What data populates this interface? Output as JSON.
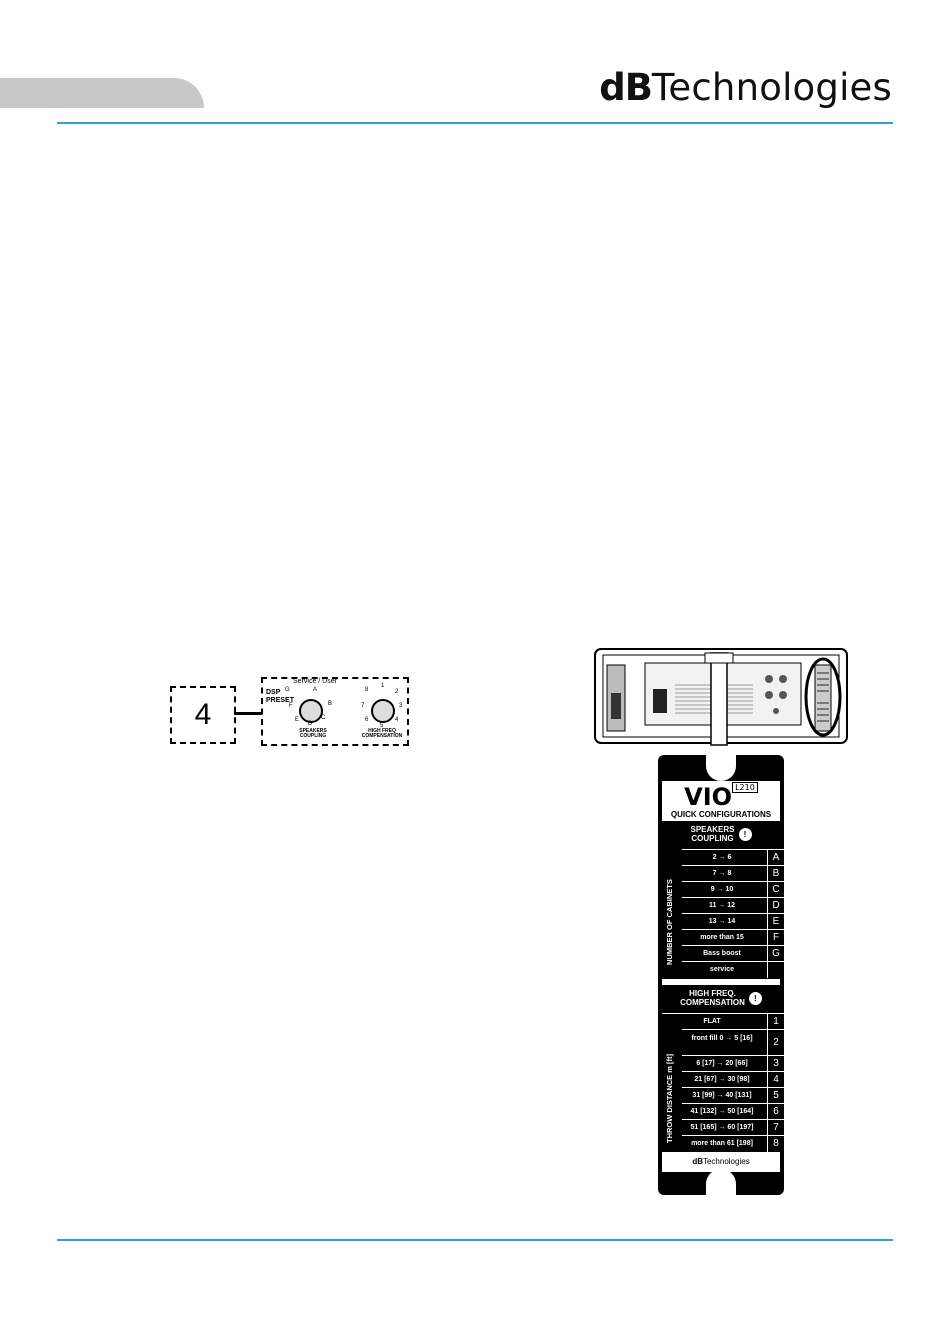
{
  "header": {
    "logo_bold": "dB",
    "logo_rest": "Technologies"
  },
  "diagram": {
    "reference_number": "4",
    "dsp_label_line1": "DSP",
    "dsp_label_line2": "PRESET",
    "service_user": "Service / User",
    "speakers_coupling_line1": "SPEAKERS",
    "speakers_coupling_line2": "COUPLING",
    "high_freq_line1": "HIGH FREQ",
    "high_freq_line2": "COMPENSATION",
    "coupling_marks": [
      "G",
      "A",
      "B",
      "C",
      "D",
      "E",
      "F"
    ],
    "hf_marks": [
      "8",
      "1",
      "2",
      "3",
      "4",
      "5",
      "6",
      "7"
    ]
  },
  "card": {
    "model": "VIO",
    "model_code": "L210",
    "subtitle": "QUICK CONFIGURATIONS",
    "coupling_head_line1": "SPEAKERS",
    "coupling_head_line2": "COUPLING",
    "cabinets_label": "NUMBER OF CABINETS",
    "coupling_rows": [
      {
        "value": "2 → 6",
        "code": "A"
      },
      {
        "value": "7 → 8",
        "code": "B"
      },
      {
        "value": "9 → 10",
        "code": "C"
      },
      {
        "value": "11 → 12",
        "code": "D"
      },
      {
        "value": "13 → 14",
        "code": "E"
      },
      {
        "value": "more than 15",
        "code": "F"
      },
      {
        "value": "Bass boost",
        "code": "G"
      },
      {
        "value": "service",
        "code": ""
      }
    ],
    "hf_head_line1": "HIGH FREQ.",
    "hf_head_line2": "COMPENSATION",
    "throw_label": "THROW DISTANCE m [ft]",
    "hf_rows": [
      {
        "value": "FLAT",
        "code": "1"
      },
      {
        "value": "front fill 0 → 5 [16]",
        "code": "2"
      },
      {
        "value": "6 [17] → 20 [66]",
        "code": "3"
      },
      {
        "value": "21 [67] → 30 [98]",
        "code": "4"
      },
      {
        "value": "31 [99] → 40 [131]",
        "code": "5"
      },
      {
        "value": "41 [132] → 50 [164]",
        "code": "6"
      },
      {
        "value": "51 [165] → 60 [197]",
        "code": "7"
      },
      {
        "value": "more than 61 [198]",
        "code": "8"
      }
    ],
    "footer_bold": "dB",
    "footer_rest": "Technologies"
  }
}
